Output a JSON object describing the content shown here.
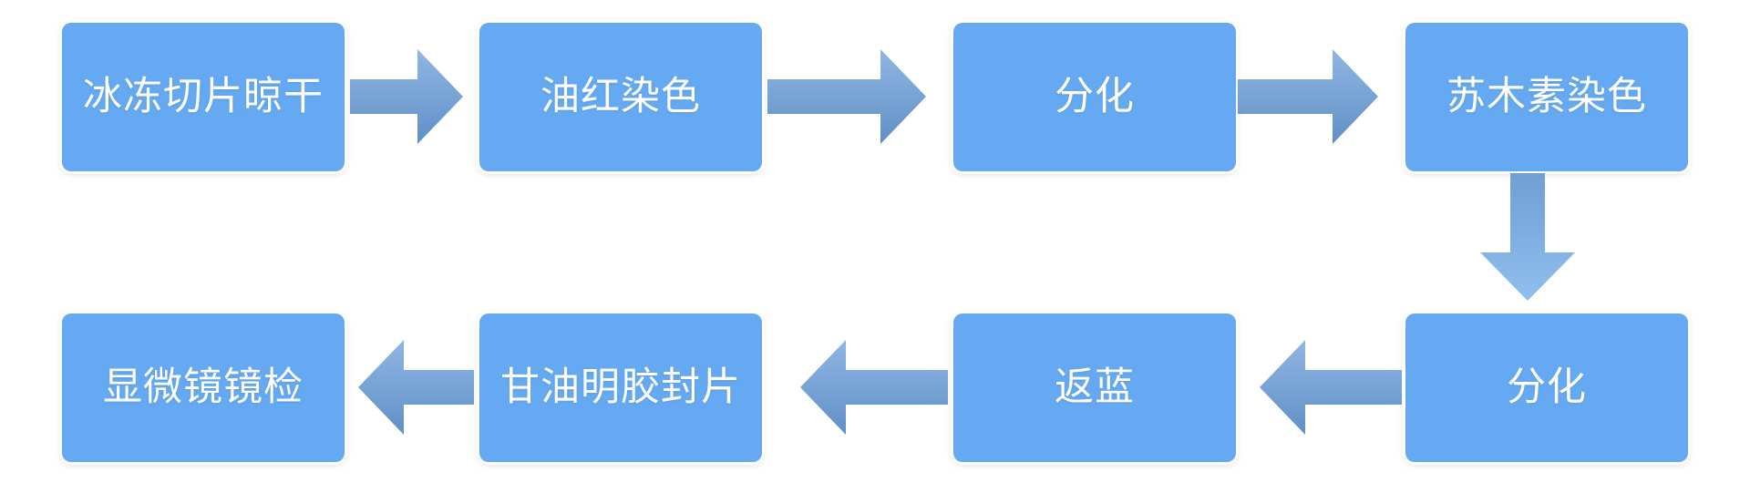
{
  "diagram": {
    "type": "flowchart",
    "title": "",
    "background_color": "#ffffff",
    "node_fill_color": "#64a9f1",
    "node_text_color": "#ffffff",
    "arrow_gradient_light": "#90b6e3",
    "arrow_gradient_dark": "#6090c7",
    "rows": 2,
    "columns": 4,
    "nodes": [
      {
        "id": 1,
        "label": "冰冻切片晾干",
        "row": 1,
        "col": 1
      },
      {
        "id": 2,
        "label": "油红染色",
        "row": 1,
        "col": 2
      },
      {
        "id": 3,
        "label": "分化",
        "row": 1,
        "col": 3
      },
      {
        "id": 4,
        "label": "苏木素染色",
        "row": 1,
        "col": 4
      },
      {
        "id": 5,
        "label": "分化",
        "row": 2,
        "col": 4
      },
      {
        "id": 6,
        "label": "返蓝",
        "row": 2,
        "col": 3
      },
      {
        "id": 7,
        "label": "甘油明胶封片",
        "row": 2,
        "col": 2
      },
      {
        "id": 8,
        "label": "显微镜镜检",
        "row": 2,
        "col": 1
      }
    ],
    "edges": [
      {
        "from": 1,
        "to": 2,
        "direction": "right"
      },
      {
        "from": 2,
        "to": 3,
        "direction": "right"
      },
      {
        "from": 3,
        "to": 4,
        "direction": "right"
      },
      {
        "from": 4,
        "to": 5,
        "direction": "down"
      },
      {
        "from": 5,
        "to": 6,
        "direction": "left"
      },
      {
        "from": 6,
        "to": 7,
        "direction": "left"
      },
      {
        "from": 7,
        "to": 8,
        "direction": "left"
      }
    ]
  }
}
